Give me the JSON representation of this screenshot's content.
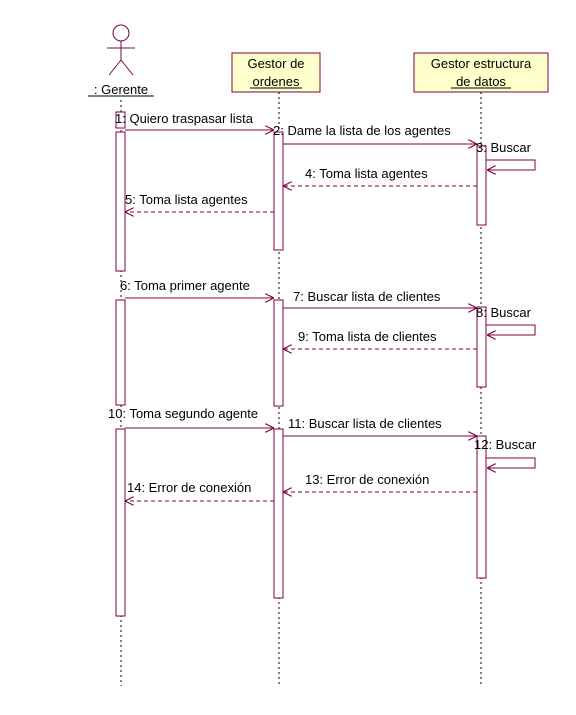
{
  "colors": {
    "line": "#800040",
    "box_fill": "#ffffcc",
    "box_border": "#800040",
    "lifeline": "#000000",
    "text": "#000000"
  },
  "actor": {
    "name": ": Gerente",
    "icon": "stick-figure-actor-icon"
  },
  "participants": [
    {
      "id": "gestor_ordenes",
      "label_line1": "Gestor de",
      "label_line2": "ordenes"
    },
    {
      "id": "gestor_estructura",
      "label_line1": "Gestor estructura",
      "label_line2": "de datos"
    }
  ],
  "messages": [
    {
      "label": "1: Quiero traspasar lista",
      "from": "Gerente",
      "to": "Gestor de ordenes",
      "kind": "call"
    },
    {
      "label": "2: Dame la lista de los agentes",
      "from": "Gestor de ordenes",
      "to": "Gestor estructura de datos",
      "kind": "call"
    },
    {
      "label": "3: Buscar",
      "from": "Gestor estructura de datos",
      "to": "Gestor estructura de datos",
      "kind": "self"
    },
    {
      "label": "4: Toma lista agentes",
      "from": "Gestor estructura de datos",
      "to": "Gestor de ordenes",
      "kind": "return"
    },
    {
      "label": "5: Toma lista agentes",
      "from": "Gestor de ordenes",
      "to": "Gerente",
      "kind": "return"
    },
    {
      "label": "6: Toma primer agente",
      "from": "Gerente",
      "to": "Gestor de ordenes",
      "kind": "call"
    },
    {
      "label": "7: Buscar lista de clientes",
      "from": "Gestor de ordenes",
      "to": "Gestor estructura de datos",
      "kind": "call"
    },
    {
      "label": "8: Buscar",
      "from": "Gestor estructura de datos",
      "to": "Gestor estructura de datos",
      "kind": "self"
    },
    {
      "label": "9: Toma lista de clientes",
      "from": "Gestor estructura de datos",
      "to": "Gestor de ordenes",
      "kind": "return"
    },
    {
      "label": "10: Toma segundo agente",
      "from": "Gerente",
      "to": "Gestor de ordenes",
      "kind": "call"
    },
    {
      "label": "11: Buscar lista de clientes",
      "from": "Gestor de ordenes",
      "to": "Gestor estructura de datos",
      "kind": "call"
    },
    {
      "label": "12: Buscar",
      "from": "Gestor estructura de datos",
      "to": "Gestor estructura de datos",
      "kind": "self"
    },
    {
      "label": "13: Error de conexión",
      "from": "Gestor estructura de datos",
      "to": "Gestor de ordenes",
      "kind": "return"
    },
    {
      "label": "14: Error de conexión",
      "from": "Gestor de ordenes",
      "to": "Gerente",
      "kind": "return"
    }
  ]
}
